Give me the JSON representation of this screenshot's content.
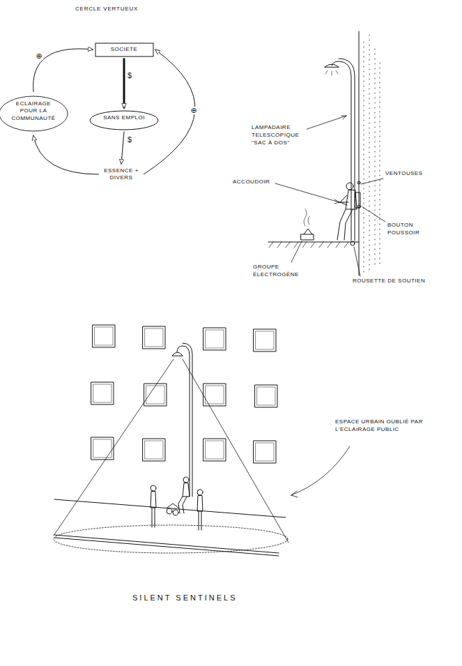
{
  "diagram": {
    "title": "CERCLE VERTUEUX",
    "caption": "SILENT SENTINELS",
    "nodes": [
      {
        "text": [
          "SOCIETE"
        ]
      },
      {
        "text": [
          "SANS EMPLOI"
        ]
      },
      {
        "text": [
          "ECLAIRAGE POUR LA COMMUNAUTÉ"
        ]
      },
      {
        "text": [
          "ESSENCE + DIVERS"
        ]
      }
    ],
    "edges": [
      {
        "from": 0,
        "to": 1,
        "label": "$",
        "arrow": "to"
      },
      {
        "from": 1,
        "to": 3,
        "label": "$",
        "arrow": "to"
      },
      {
        "from": 3,
        "to": 0,
        "label": "⊕",
        "arrow": "to"
      },
      {
        "from": 3,
        "to": 2,
        "arrow": "to"
      },
      {
        "from": 2,
        "to": 0,
        "label": "⊕",
        "arrow": "to"
      }
    ],
    "labels": [
      "LAMPADAIRE TELESCOPIQUE \"SAC À DOS\"",
      "VENTOUSES",
      "ACCOUDOIR",
      "BOUTON POUSSOIR",
      "GROUPE ÉLECTROGÈNE",
      "ROUSETTE DE SOUTIEN",
      "ESPACE URBAIN OUBLIÉ PAR L'ECLAIRAGE PUBLIC"
    ]
  }
}
